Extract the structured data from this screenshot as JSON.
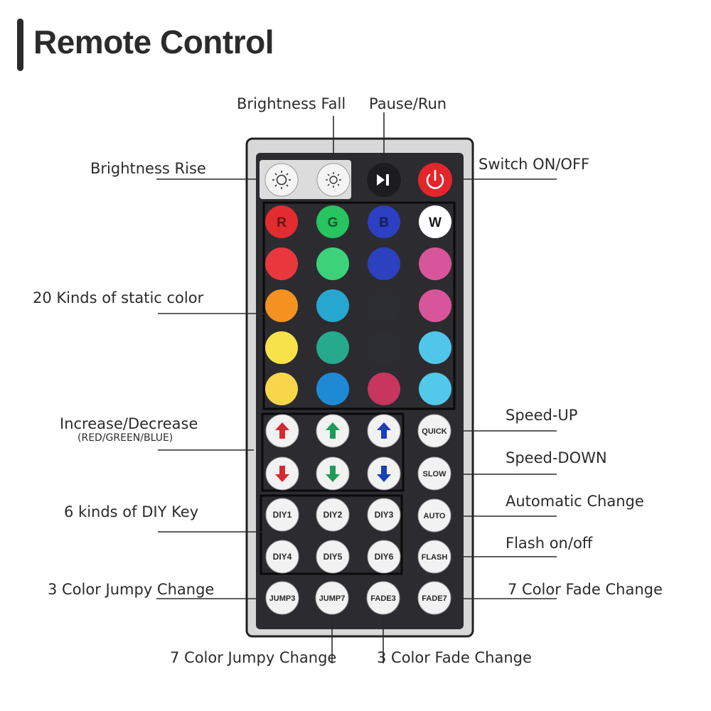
{
  "title": "Remote Control",
  "labels": {
    "brightness_fall": "Brightness Fall",
    "pause_run": "Pause/Run",
    "brightness_rise": "Brightness Rise",
    "switch_on_off": "Switch ON/OFF",
    "static_color": "20 Kinds of static color",
    "increase_decrease": "Increase/Decrease",
    "increase_decrease_sub": "(RED/GREEN/BLUE)",
    "diy_key": "6 kinds of DIY Key",
    "speed_up": "Speed-UP",
    "speed_down": "Speed-DOWN",
    "automatic_change": "Automatic Change",
    "flash": "Flash on/off",
    "jump3_label": "3 Color Jumpy Change",
    "fade7_label": "7 Color Fade Change",
    "jump7_label": "7 Color Jumpy Change",
    "fade3_label": "3 Color Fade Change"
  },
  "remote": {
    "letters": [
      "R",
      "G",
      "B",
      "W"
    ],
    "color_grid": [
      [
        "#e32c30",
        "#27c45f",
        "#2d3fc2",
        "#ffffff"
      ],
      [
        "#e8383e",
        "#3dd17a",
        "#2b41c0",
        "#d9559b"
      ],
      [
        "#f59222",
        "#26a7d0",
        "#2c2c33",
        "#d9559b"
      ],
      [
        "#f8e24a",
        "#27a98c",
        "#2c2c33",
        "#4fc6ea"
      ],
      [
        "#f8d64c",
        "#1e8ad6",
        "#c8355e",
        "#52c8ea"
      ]
    ],
    "arrow_colors": [
      "#d42a2f",
      "#1f9a57",
      "#1d3fb5"
    ],
    "diy_keys": [
      "DIY1",
      "DIY2",
      "DIY3",
      "DIY4",
      "DIY5",
      "DIY6"
    ],
    "side_keys": [
      "QUICK",
      "SLOW",
      "AUTO",
      "FLASH"
    ],
    "bottom_keys": [
      "JUMP3",
      "JUMP7",
      "FADE3",
      "FADE7"
    ],
    "colors": {
      "body": "#2c2c30",
      "bezel": "#dedede",
      "key_white": "#f2f2f2",
      "power": "#e3262b"
    }
  }
}
